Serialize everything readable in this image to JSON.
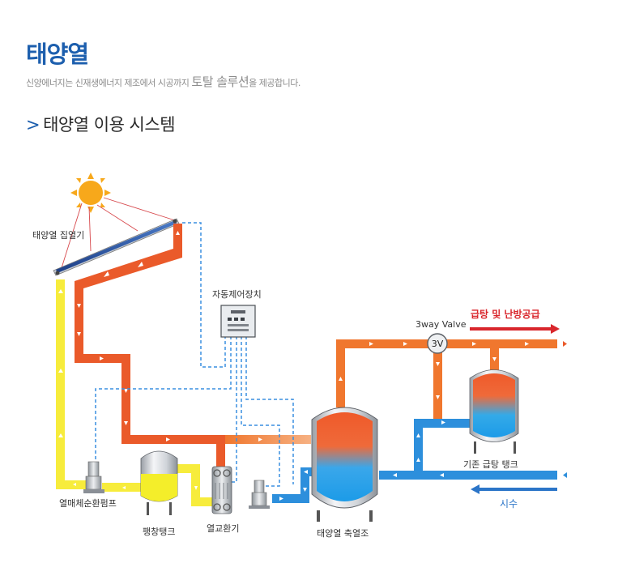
{
  "header": {
    "title": "태양열",
    "subtitle_prefix": "신양에너지는 신재생에너지 제조에서 시공까지 ",
    "subtitle_emphasis": "토탈 솔루션",
    "subtitle_suffix": "을 제공합니다.",
    "section_marker": ">",
    "section_title": "태양열 이용 시스템"
  },
  "diagram": {
    "labels": {
      "collector": "태양열 집열기",
      "controller": "자동제어장치",
      "valve": "3way Valve",
      "valve_badge": "3V",
      "hot_supply": "급탕 및 난방공급",
      "existing_tank": "기존 급탕 탱크",
      "city_water": "시수",
      "circ_pump": "열매체순환펌프",
      "expansion_tank": "팽창탱크",
      "heat_exchanger": "열교환기",
      "storage_tank": "태양열 축열조"
    },
    "colors": {
      "hot_pipe": "#ea5a2a",
      "supply_pipe": "#f0772e",
      "cold_pipe": "#2d8fdc",
      "fluid_pipe": "#f7ec3c",
      "control_line": "#3a8fe0",
      "sun": "#f7a81b",
      "accent_red": "#d9262c",
      "accent_blue": "#2b75c8",
      "title_blue": "#1d5fae"
    }
  }
}
